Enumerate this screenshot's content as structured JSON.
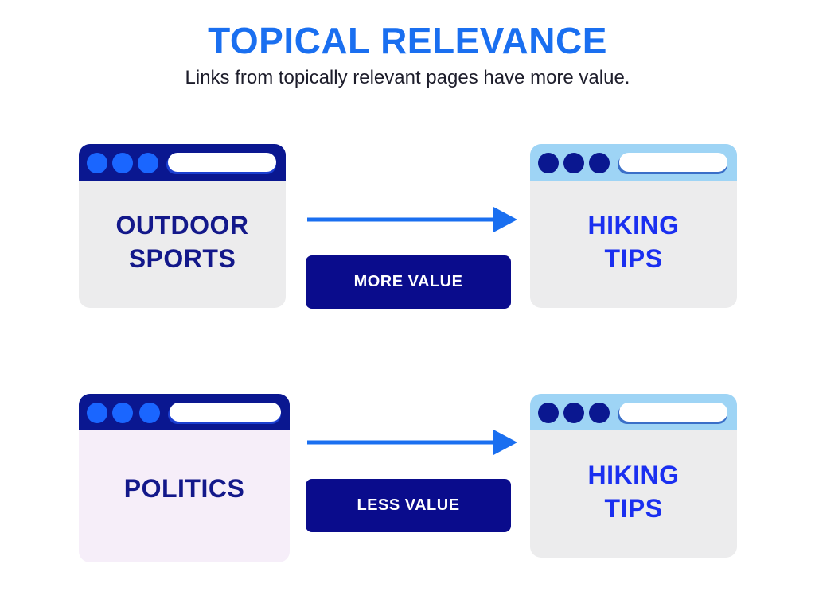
{
  "header": {
    "title": "TOPICAL RELEVANCE",
    "subtitle": "Links from topically relevant pages have more value."
  },
  "rows": [
    {
      "source": {
        "line1": "OUTDOOR",
        "line2": "SPORTS"
      },
      "label": "MORE VALUE",
      "target": {
        "line1": "HIKING",
        "line2": "TIPS"
      }
    },
    {
      "source": {
        "line1": "POLITICS"
      },
      "label": "LESS VALUE",
      "target": {
        "line1": "HIKING",
        "line2": "TIPS"
      }
    }
  ],
  "colors": {
    "title": "#1a6ff0",
    "navy": "#0a1790",
    "light_bar": "#9ed4f5",
    "arrow": "#1a6ff0",
    "badge": "#0a0c8c"
  }
}
